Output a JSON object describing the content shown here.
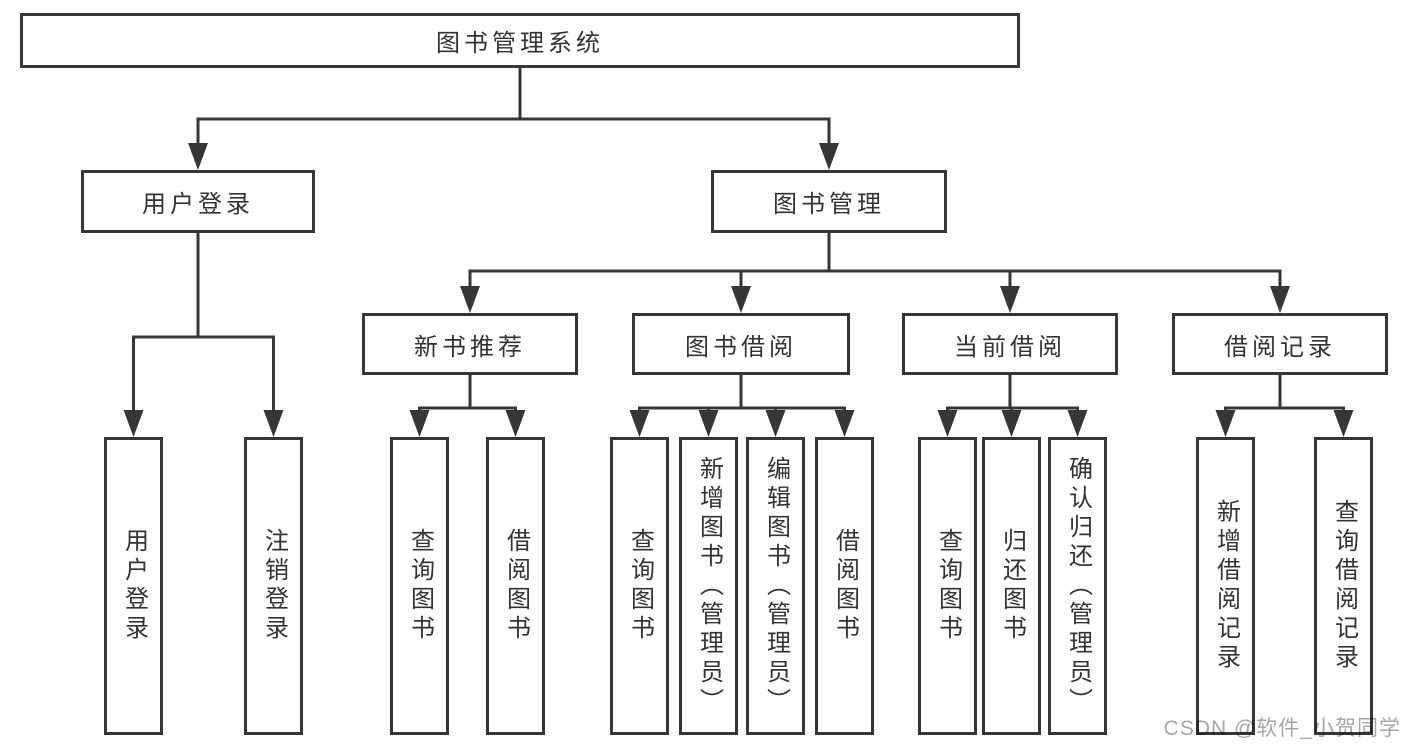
{
  "colors": {
    "line": "#363636",
    "text": "#333333",
    "watermark": "#a6a6a6",
    "background": "#ffffff"
  },
  "watermark": "CSDN @软件_小贺同学",
  "tree": {
    "label": "图书管理系统",
    "children": [
      {
        "label": "用户登录",
        "children": [
          {
            "label": "用户登录"
          },
          {
            "label": "注销登录"
          }
        ]
      },
      {
        "label": "图书管理",
        "children": [
          {
            "label": "新书推荐",
            "children": [
              {
                "label": "查询图书"
              },
              {
                "label": "借阅图书"
              }
            ]
          },
          {
            "label": "图书借阅",
            "children": [
              {
                "label": "查询图书"
              },
              {
                "label": "新增图书（管理员）"
              },
              {
                "label": "编辑图书（管理员）"
              },
              {
                "label": "借阅图书"
              }
            ]
          },
          {
            "label": "当前借阅",
            "children": [
              {
                "label": "查询图书"
              },
              {
                "label": "归还图书"
              },
              {
                "label": "确认归还（管理员）"
              }
            ]
          },
          {
            "label": "借阅记录",
            "children": [
              {
                "label": "新增借阅记录"
              },
              {
                "label": "查询借阅记录"
              }
            ]
          }
        ]
      }
    ]
  }
}
